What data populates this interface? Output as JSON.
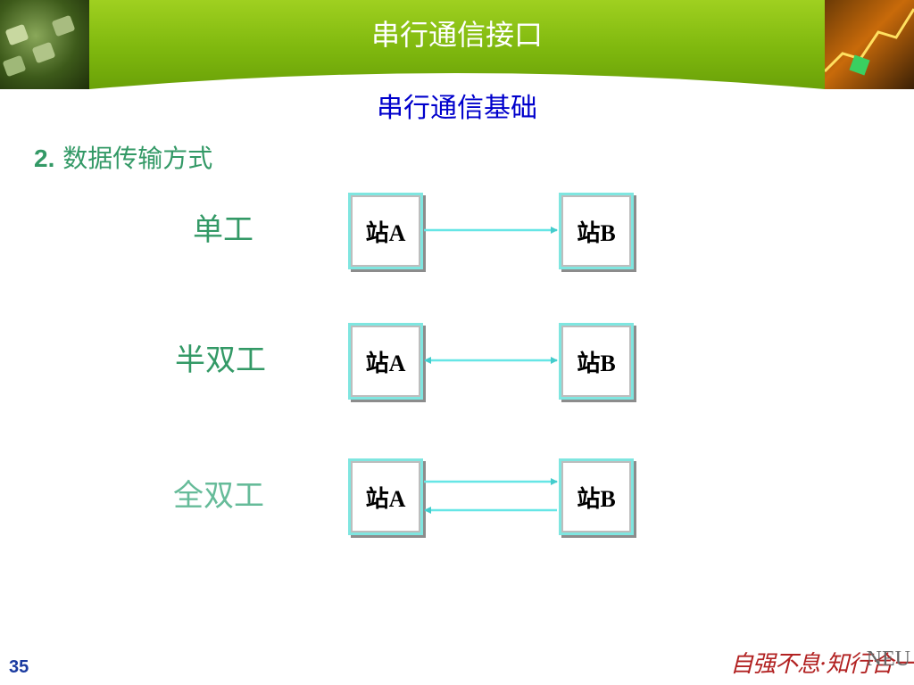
{
  "colors": {
    "header_green": "#8cc614",
    "title_text": "#ffffff",
    "subtitle_blue": "#0000cc",
    "body_green": "#339966",
    "arrow_cyan": "#66e6e6",
    "page_number": "#1a3aa0"
  },
  "header": {
    "title": "串行通信接口"
  },
  "subtitle": "串行通信基础",
  "point": {
    "number": "2.",
    "text": "数据传输方式"
  },
  "modes": [
    {
      "label": "单工",
      "station_a": "站A",
      "station_b": "站B",
      "direction": "a-to-b"
    },
    {
      "label": "半双工",
      "station_a": "站A",
      "station_b": "站B",
      "direction": "bidirectional-single-line"
    },
    {
      "label": "全双工",
      "station_a": "站A",
      "station_b": "站B",
      "direction": "bidirectional-two-lines"
    }
  ],
  "footer": {
    "page_number": "35",
    "logo_text": "自强不息·知行合一",
    "logo_abbr": "NEU"
  }
}
